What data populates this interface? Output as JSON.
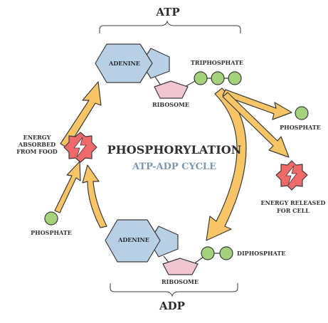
{
  "center": {
    "title": "PHOSPHORYLATION",
    "subtitle": "ATP-ADP CYCLE"
  },
  "atp": {
    "heading": "ATP",
    "adenine": "ADENINE",
    "ribose": "RIBOSOME",
    "phosphate_group": "TRIPHOSPHATE"
  },
  "adp": {
    "heading": "ADP",
    "adenine": "ADENINE",
    "ribose": "RIBOSOME",
    "phosphate_group": "DIPHOSPHATE"
  },
  "left": {
    "energy_line1": "ENERGY",
    "energy_line2": "ABSORBED",
    "energy_line3": "FROM FOOD",
    "phosphate": "PHOSPHATE"
  },
  "right": {
    "phosphate": "PHOSPHATE",
    "energy_line1": "ENERGY RELEASED",
    "energy_line2": "FOR CELL"
  },
  "colors": {
    "arrow_fill": "#f7c566",
    "arrow_stroke": "#3b3b3b",
    "adenine": "#b8d0e6",
    "ribose": "#f2c6d1",
    "phosphate": "#a3d17c",
    "energy": "#f06a6a"
  }
}
